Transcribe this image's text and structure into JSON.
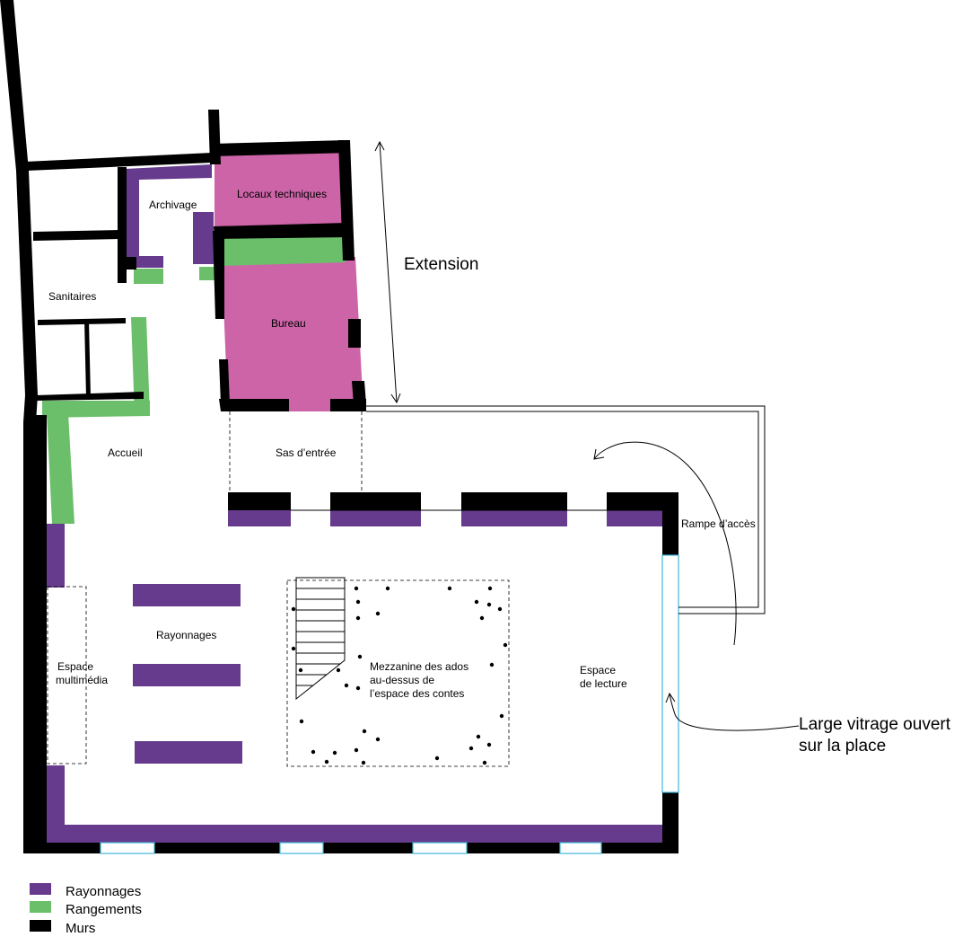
{
  "colors": {
    "shelving": "#663a8c",
    "storage": "#6cbf6a",
    "walls": "#000000",
    "extension_rooms": "#cd64a8",
    "glazing": "#3fb7d9"
  },
  "rooms": {
    "archivage": "Archivage",
    "locaux_techniques": "Locaux techniques",
    "sanitaires": "Sanitaires",
    "bureau": "Bureau",
    "accueil": "Accueil",
    "sas": "Sas d’entrée",
    "rampe": "Rampe d’accès",
    "rayonnages": "Rayonnages",
    "multimedia_1": "Espace",
    "multimedia_2": "multimédia",
    "mezzanine_1": "Mezzanine des ados",
    "mezzanine_2": "au-dessus de",
    "mezzanine_3": "l’espace des contes",
    "lecture_1": "Espace",
    "lecture_2": "de lecture"
  },
  "annotations": {
    "extension": "Extension",
    "vitrage_1": "Large vitrage ouvert",
    "vitrage_2": "sur la place"
  },
  "legend": [
    {
      "label": "Rayonnages",
      "color": "#663a8c"
    },
    {
      "label": "Rangements",
      "color": "#6cbf6a"
    },
    {
      "label": "Murs",
      "color": "#000000"
    }
  ]
}
